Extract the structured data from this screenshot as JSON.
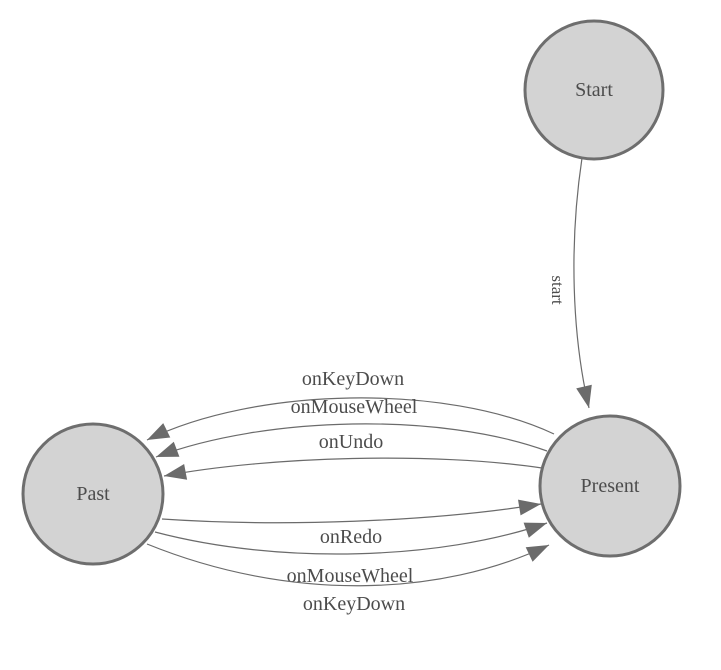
{
  "colors": {
    "background": "#ffffff",
    "node_fill": "#d3d3d3",
    "node_stroke": "#6e6e6e",
    "edge_stroke": "#6b6b6b",
    "arrow_fill": "#6b6b6b",
    "text": "#4c4c4c"
  },
  "nodes": [
    {
      "id": "start",
      "label": "Start"
    },
    {
      "id": "past",
      "label": "Past"
    },
    {
      "id": "present",
      "label": "Present"
    }
  ],
  "edges": [
    {
      "from": "start",
      "to": "present",
      "label": "start"
    },
    {
      "from": "present",
      "to": "past",
      "label": "onKeyDown"
    },
    {
      "from": "present",
      "to": "past",
      "label": "onMouseWheel"
    },
    {
      "from": "present",
      "to": "past",
      "label": "onUndo"
    },
    {
      "from": "past",
      "to": "present",
      "label": "onRedo"
    },
    {
      "from": "past",
      "to": "present",
      "label": "onMouseWheel"
    },
    {
      "from": "past",
      "to": "present",
      "label": "onKeyDown"
    }
  ]
}
